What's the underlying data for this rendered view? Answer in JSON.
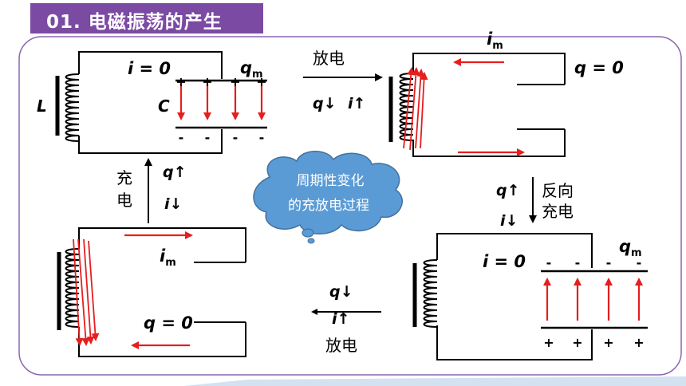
{
  "header": {
    "title": "01. 电磁振荡的产生"
  },
  "colors": {
    "accent_purple": "#7b4aa3",
    "current_red": "#e61e1e",
    "cloud_blue": "#5b9bd5",
    "panel_border": "#8a66b0"
  },
  "cloud": {
    "line1": "周期性变化",
    "line2": "的充放电过程"
  },
  "stage1": {
    "i_label": "i = 0",
    "q_label": "q",
    "q_sub": "m",
    "L_label": "L",
    "C_label": "C",
    "plus": "+",
    "minus": "-"
  },
  "stage2": {
    "i_label": "i",
    "i_sub": "m",
    "q_label": "q = 0"
  },
  "stage3": {
    "i_label": "i = 0",
    "q_label": "q",
    "q_sub": "m",
    "plus": "+",
    "minus": "-"
  },
  "stage4": {
    "i_label": "i",
    "i_sub": "m",
    "q_label": "q = 0"
  },
  "transitions": {
    "top": {
      "label": "放电",
      "q": "q↓",
      "i": "i↑"
    },
    "right": {
      "label1": "反向",
      "label2": "充电",
      "q": "q↑",
      "i": "i↓"
    },
    "bottom": {
      "label": "放电",
      "q": "q↓",
      "i": "i↑"
    },
    "left": {
      "label1": "充",
      "label2": "电",
      "q": "q↑",
      "i": "i↓"
    }
  }
}
